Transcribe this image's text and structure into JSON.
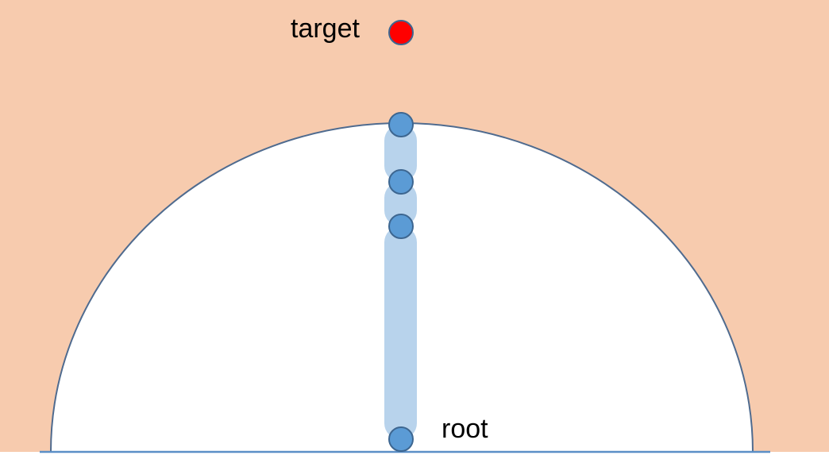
{
  "labels": {
    "target": "target",
    "root": "root"
  },
  "colors": {
    "background_region": "#f7cbae",
    "reachable_region": "#ffffff",
    "boundary_stroke": "#4f6b8f",
    "baseline": "#5b8fc7",
    "link": "#b8d3ec",
    "joint_fill": "#5b9bd5",
    "joint_stroke": "#3d6690",
    "target_fill": "#ff0000",
    "target_stroke": "#3d6690"
  },
  "arm": {
    "joint_count": 4,
    "link_count": 3
  }
}
